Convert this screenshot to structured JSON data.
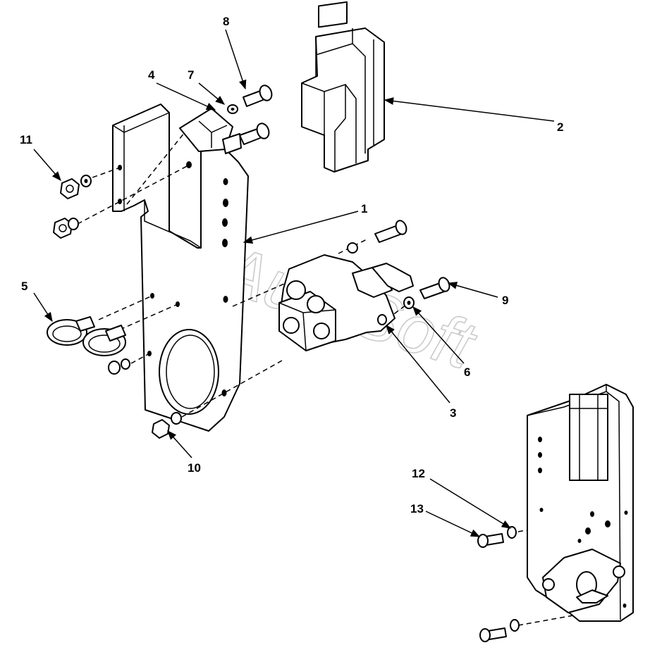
{
  "watermark": "AutoSoft",
  "callouts": {
    "c1": "1",
    "c2": "2",
    "c3": "3",
    "c4": "4",
    "c5": "5",
    "c6": "6",
    "c7": "7",
    "c8": "8",
    "c9": "9",
    "c10": "10",
    "c11": "11",
    "c12": "12",
    "c13": "13"
  }
}
